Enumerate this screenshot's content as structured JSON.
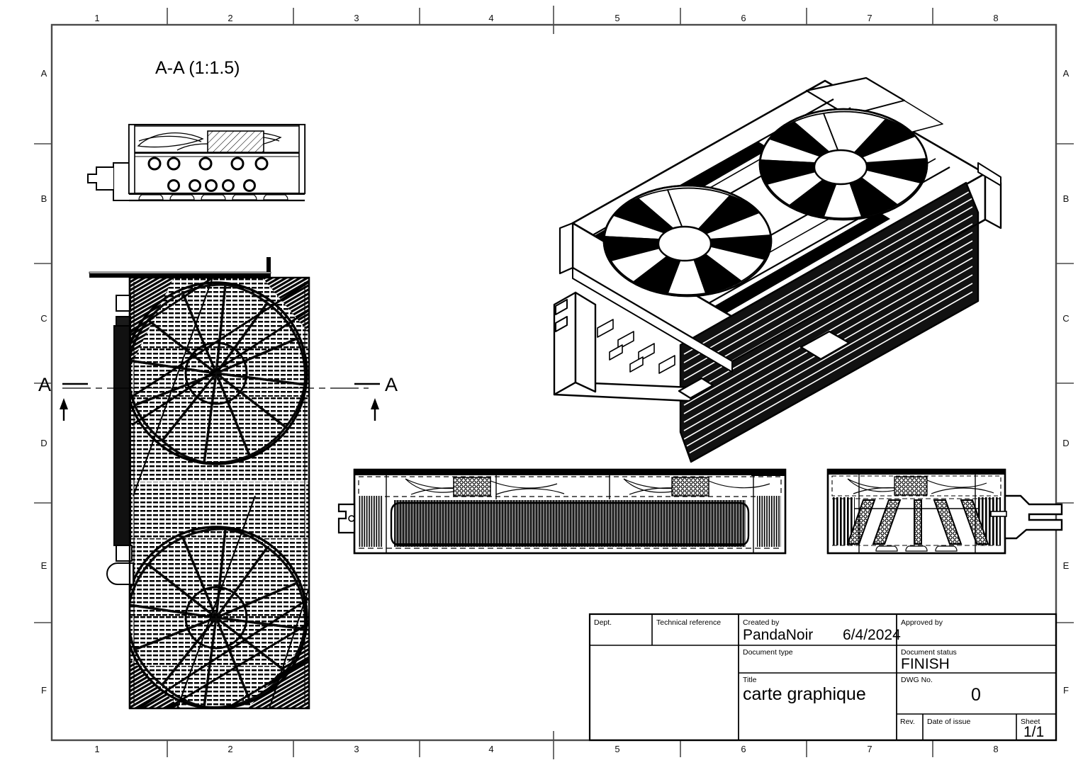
{
  "sheet": {
    "format": "A3 landscape",
    "background_color": "#ffffff",
    "line_color": "#000000",
    "frame_color": "#4a4a4a"
  },
  "frame": {
    "zone_columns": [
      "1",
      "2",
      "3",
      "4",
      "5",
      "6",
      "7",
      "8"
    ],
    "zone_rows": [
      "A",
      "B",
      "C",
      "D",
      "E",
      "F"
    ]
  },
  "views": {
    "section_view": {
      "title": "A-A (1:1.5)",
      "name": "section-a-a"
    },
    "section_marks": {
      "left_letter": "A",
      "right_letter": "A"
    },
    "plan_view": {
      "name": "plan-view-fans"
    },
    "iso_view": {
      "name": "isometric-view"
    },
    "front_elevation": {
      "name": "front-elevation"
    },
    "end_elevation": {
      "name": "end-elevation"
    }
  },
  "title_block": {
    "dept": {
      "caption": "Dept.",
      "value": ""
    },
    "technical_reference": {
      "caption": "Technical reference",
      "value": ""
    },
    "created_by": {
      "caption": "Created by",
      "value": "PandaNoir",
      "date": "6/4/2024"
    },
    "approved_by": {
      "caption": "Approved by",
      "value": ""
    },
    "document_type": {
      "caption": "Document type",
      "value": ""
    },
    "document_status": {
      "caption": "Document status",
      "value": "FINISH"
    },
    "title": {
      "caption": "Title",
      "value": "carte graphique"
    },
    "dwg_no": {
      "caption": "DWG No.",
      "value": "0"
    },
    "rev": {
      "caption": "Rev.",
      "value": ""
    },
    "date_of_issue": {
      "caption": "Date of issue",
      "value": ""
    },
    "sheet": {
      "caption": "Sheet",
      "value": "1/1"
    }
  }
}
